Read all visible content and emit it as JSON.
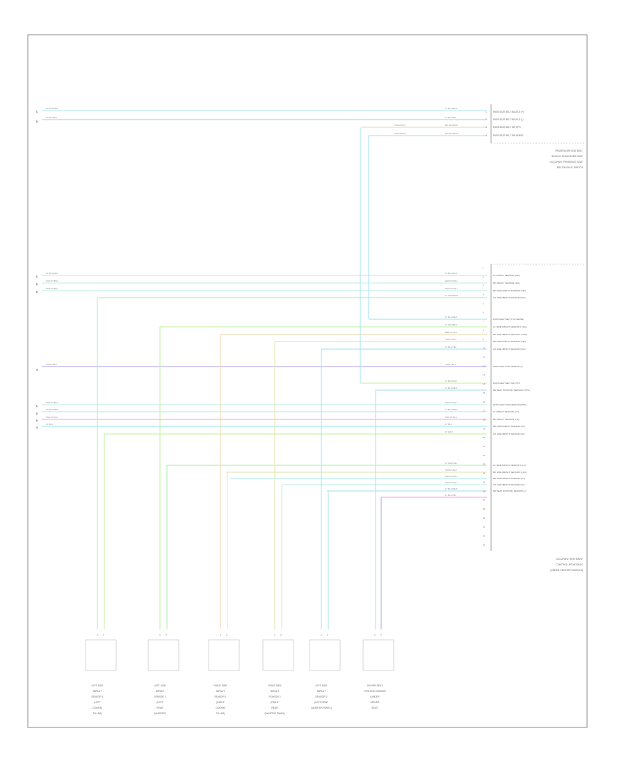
{
  "sheet": {
    "code": "",
    "background": "#ffffff",
    "frame_color": "#888888",
    "text_color": "#666666"
  },
  "connectors": {
    "passenger_belt": {
      "pins": [
        "1",
        "2",
        "3",
        "4"
      ],
      "labels": [
        "PASS SEAT BELT BUCKLE (+)",
        "PASS SEAT BELT BUCKLE (-)",
        "PASS SEAT BELT SW TIPS",
        "PASS SEAT BELT SW SENSE"
      ],
      "title": [
        "PASSENGER SEAT BELT",
        "BUCKLE PASSENGER SEAT",
        "OCCUPANT PRESENCE SEAT",
        "BELT BUCKLE SWITCH"
      ]
    },
    "occupant_restraint": {
      "pins": [
        "1",
        "2",
        "3",
        "4",
        "5",
        "6",
        "7",
        "8",
        "9",
        "10",
        "11",
        "12",
        "13",
        "14",
        "15",
        "16",
        "17",
        "18",
        "19",
        "20",
        "21",
        "22",
        "23",
        "24",
        "25",
        "26",
        "27",
        "28",
        "29",
        "30",
        "31",
        "32"
      ],
      "labels": [
        "LF IMPACT SENSOR (SIG)",
        "RF IMPACT SENSOR (SIG)",
        "RR SIDE IMPACT SENSOR (SIG)",
        "LR SIDE IMPACT SENSOR (SIG)",
        "",
        "PASS SEAT BELT TUG SENSE",
        "LF SIDE IMPACT SENSOR 1 (SIG)",
        "RF SIDE IMPACT SENSOR 1 (SIG)",
        "RR SIDE IMPACT SENSOR (SIG)",
        "LR SIDE IMPACT SENSOR (SIG)",
        "",
        "PASS SEAT POS SENSOR (+)",
        "",
        "PASS SEAT BELT SW TIPS",
        "DR SEAT POSITION SENSOR (TIPS)",
        "",
        "PASS SEAT POS SENSOR (TIPS)",
        "LF IMPACT SENSOR (LO)",
        "RF IMPACT SENSOR (LO)",
        "RR SIDE IMPACT SENSOR (LO)",
        "LR SIDE IMPACT SENSOR (LO)",
        "",
        "",
        "LF SIDE IMPACT SENSOR 1 (LO)",
        "RF SIDE IMPACT SENSOR 1 (LO)",
        "RR SIDE IMPACT SENSOR (LO)",
        "LR SIDE IMPACT SENSOR (LO)",
        "DR SEAT POSITION SENSOR (+)"
      ],
      "title": [
        "OCCUPANT RESTRAINT",
        "CONTROLLER MODULE",
        "(UNDER CENTER CONSOLE)"
      ]
    }
  },
  "components": [
    {
      "pins": [
        "1",
        "2"
      ],
      "lines": [
        "LEFT SIDE",
        "IMPACT",
        "SENSOR 1",
        "(LEFT",
        "DOOR/B",
        "PILLAR)"
      ]
    },
    {
      "pins": [
        "1",
        "2"
      ],
      "lines": [
        "LEFT SIDE",
        "IMPACT",
        "SENSOR 2",
        "(LEFT",
        "REAR",
        "QUARTER)"
      ]
    },
    {
      "pins": [
        "1",
        "2"
      ],
      "lines": [
        "RIGHT SIDE",
        "IMPACT",
        "SENSOR 1",
        "(RIGHT",
        "DOOR/B",
        "PILLAR)"
      ]
    },
    {
      "pins": [
        "1",
        "2"
      ],
      "lines": [
        "RIGHT SIDE",
        "IMPACT",
        "SENSOR 2",
        "(RIGHT",
        "REAR",
        "QUARTER PANEL)"
      ]
    },
    {
      "pins": [
        "1",
        "2"
      ],
      "lines": [
        "LEFT SIDE",
        "IMPACT",
        "SENSOR 2",
        "(LEFT REAR",
        "QUARTER PANEL)"
      ]
    },
    {
      "pins": [
        "1",
        "2"
      ],
      "lines": [
        "DRIVER SEAT",
        "POSITION SENSOR",
        "(UNDER",
        "DRIVER",
        "SEAT)"
      ]
    }
  ],
  "wire_colors": {
    "lt_blu_wht": "#b8eef2",
    "lt_blu_blk": "#b0e4f0",
    "wht_lt_blu": "#c8f0e8",
    "yel_blk": "#e8e8b8",
    "dk_grn": "#b8f0b8",
    "lt_grn": "#c8f4a8",
    "violet": "#b8b0f8",
    "pink": "#f0b0f0",
    "tan": "#f0dcb8",
    "blu": "#a8e8f8"
  }
}
